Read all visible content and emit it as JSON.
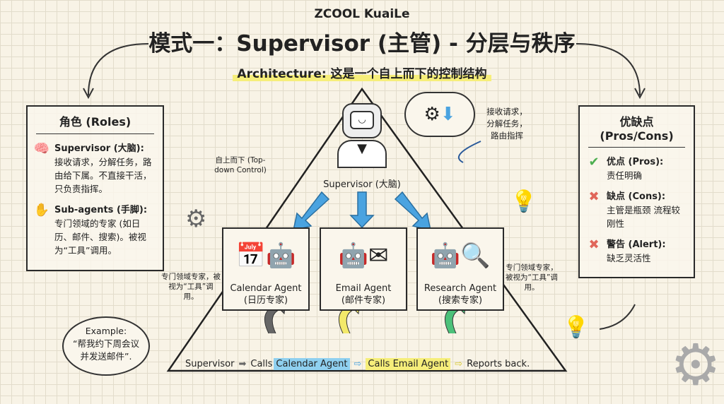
{
  "brand": "ZCOOL KuaiLe",
  "title": "模式一：Supervisor (主管) - 分层与秩序",
  "subtitle": "Architecture: 这是一个自上而下的控制结构",
  "roles": {
    "heading": "角色 (Roles)",
    "items": [
      {
        "icon": "brain-icon",
        "title": "Supervisor (大脑):",
        "text": "接收请求，分解任务，路由给下属。不直接干活，只负责指挥。"
      },
      {
        "icon": "hands-icon",
        "title": "Sub-agents (手脚):",
        "text": "专门领域的专家 (如日历、邮件、搜索)。被视为“工具”调用。"
      }
    ]
  },
  "pros_cons": {
    "heading": "优缺点 (Pros/Cons)",
    "items": [
      {
        "icon": "check-icon",
        "title": "优点 (Pros):",
        "text": "责任明确",
        "color": "#4caf50"
      },
      {
        "icon": "cross-icon",
        "title": "缺点 (Cons):",
        "text": "主管是瓶颈 流程较刚性",
        "color": "#e0665a"
      },
      {
        "icon": "cross-icon",
        "title": "警告 (Alert):",
        "text": "缺乏灵活性",
        "color": "#e0665a"
      }
    ]
  },
  "supervisor_label": "Supervisor (大脑)",
  "thought": "接收请求，分解任务，路由指挥",
  "topdown_note": "自上而下 (Top-down Control)",
  "left_note": "专门领域专家，被视为“工具”调用。",
  "right_note": "专门领域专家，被视为“工具”调用。",
  "agents": [
    {
      "name": "Calendar Agent",
      "cn": "(日历专家)"
    },
    {
      "name": "Email Agent",
      "cn": "(邮件专家)"
    },
    {
      "name": "Research Agent",
      "cn": "(搜索专家)"
    }
  ],
  "example": {
    "label": "Example:",
    "text": "“帮我约下周会议并发送邮件”."
  },
  "flow": [
    "Supervisor",
    "Calls",
    "Calendar Agent",
    "Calls Email Agent",
    "Reports back."
  ],
  "colors": {
    "arrow_blue": "#4aa3e0",
    "highlight_yellow": "#f6ee7a",
    "highlight_blue": "#8fd0f0",
    "return_gray": "#666",
    "return_yellow": "#f3e96a",
    "return_green": "#4cc17a"
  }
}
